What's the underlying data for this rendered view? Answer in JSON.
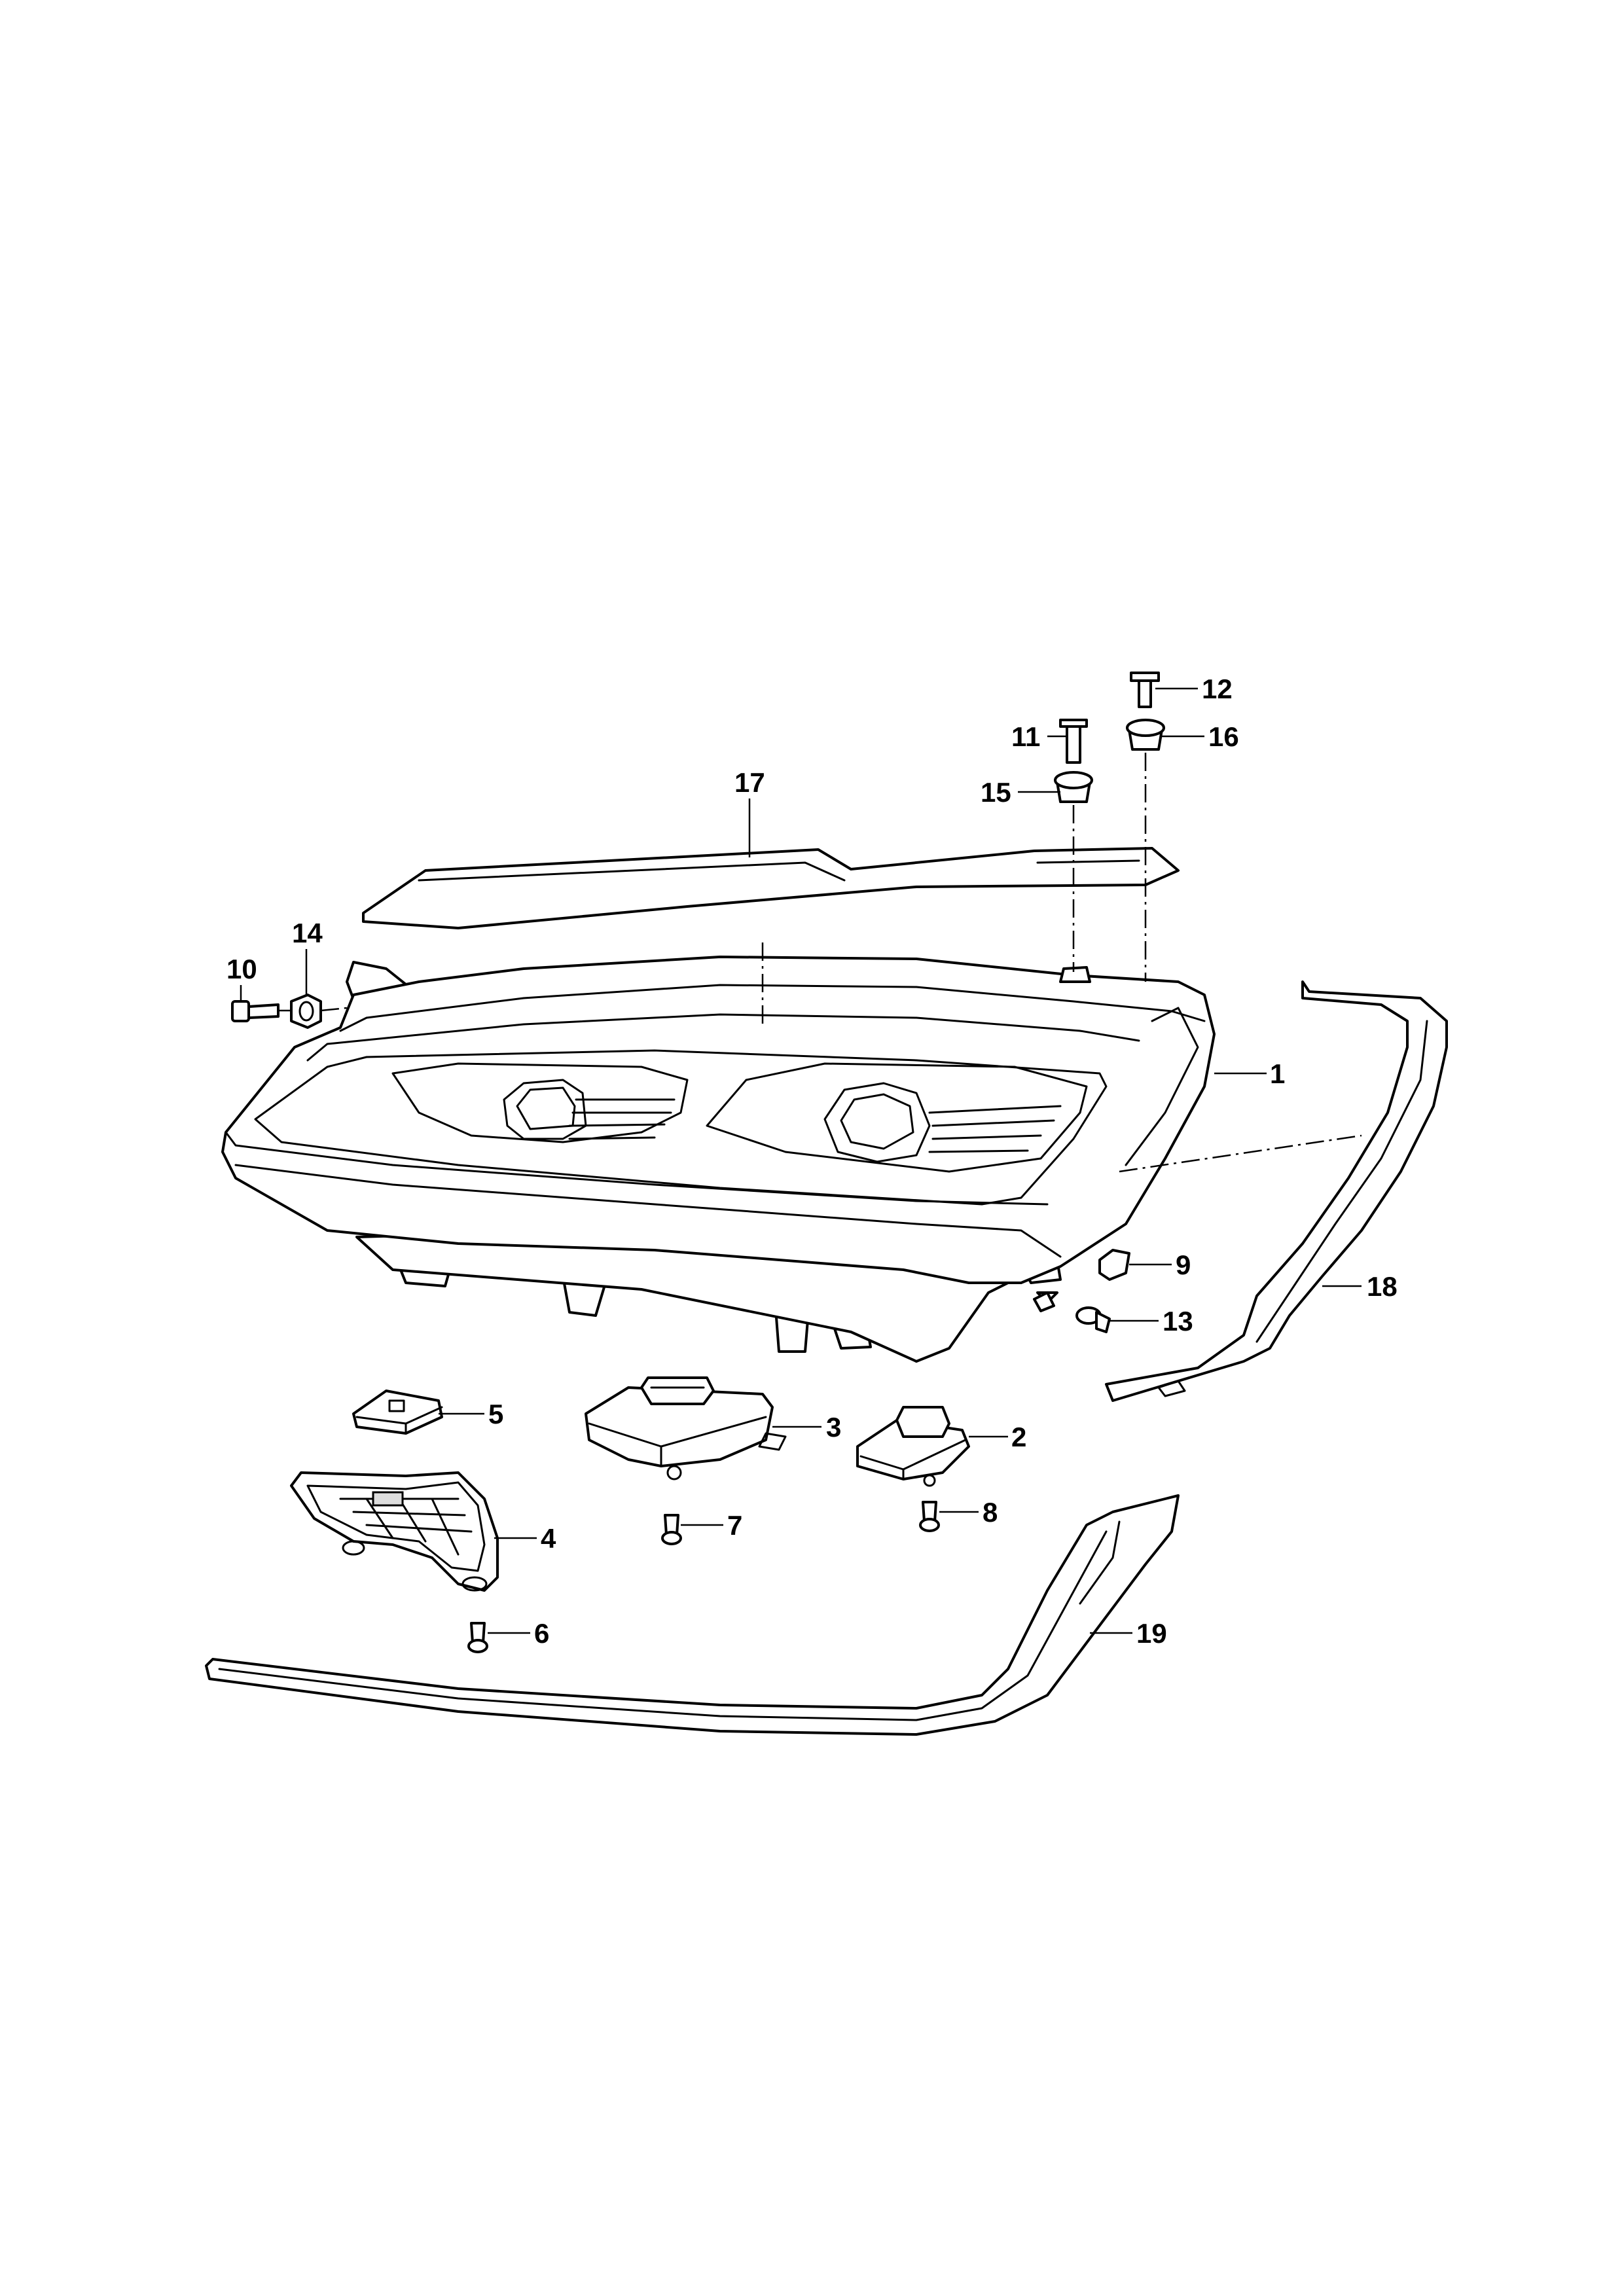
{
  "diagram": {
    "type": "exploded parts diagram",
    "callouts": [
      {
        "id": "1",
        "label": "1"
      },
      {
        "id": "2",
        "label": "2"
      },
      {
        "id": "3",
        "label": "3"
      },
      {
        "id": "4",
        "label": "4"
      },
      {
        "id": "5",
        "label": "5"
      },
      {
        "id": "6",
        "label": "6"
      },
      {
        "id": "7",
        "label": "7"
      },
      {
        "id": "8",
        "label": "8"
      },
      {
        "id": "9",
        "label": "9"
      },
      {
        "id": "10",
        "label": "10"
      },
      {
        "id": "11",
        "label": "11"
      },
      {
        "id": "12",
        "label": "12"
      },
      {
        "id": "13",
        "label": "13"
      },
      {
        "id": "14",
        "label": "14"
      },
      {
        "id": "15",
        "label": "15"
      },
      {
        "id": "16",
        "label": "16"
      },
      {
        "id": "17",
        "label": "17"
      },
      {
        "id": "18",
        "label": "18"
      },
      {
        "id": "19",
        "label": "19"
      }
    ]
  }
}
